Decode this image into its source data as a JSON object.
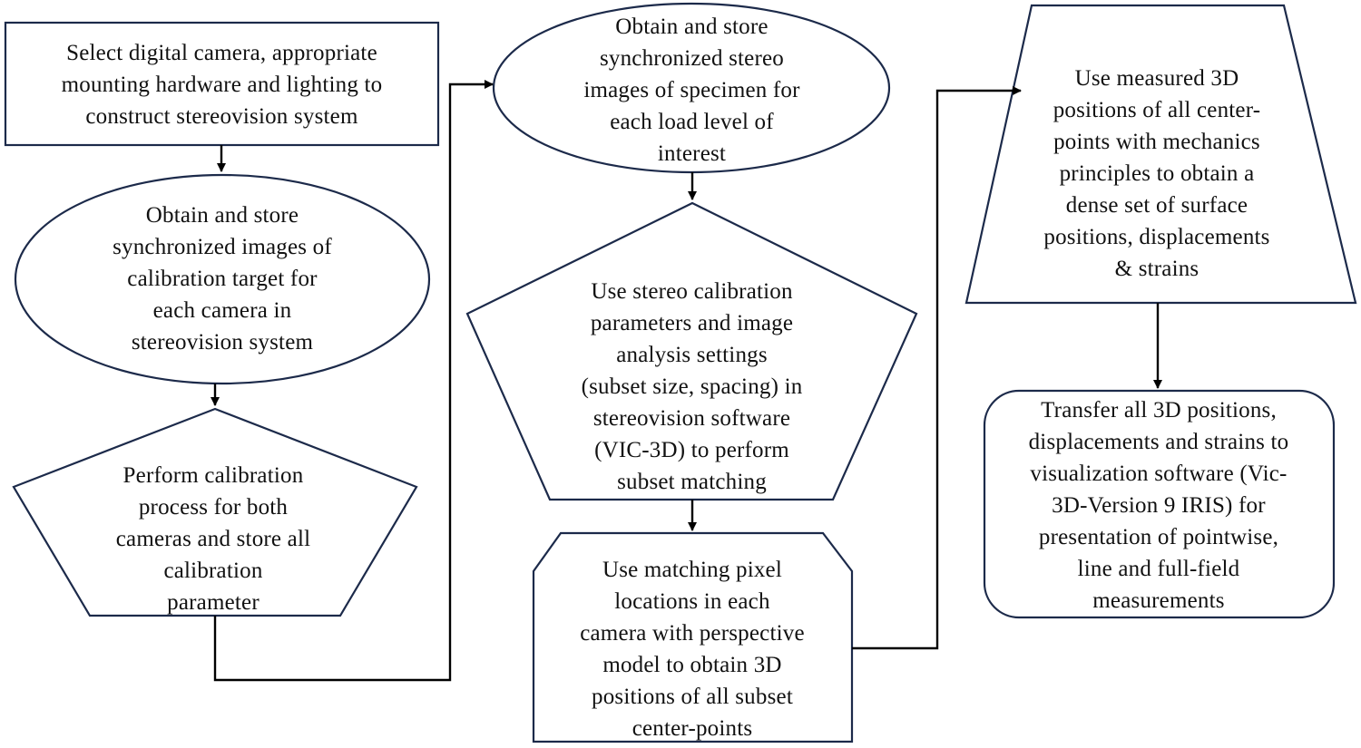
{
  "flowchart": {
    "steps": [
      {
        "id": "select-equipment",
        "shape": "rectangle",
        "lines": [
          "Select digital camera, appropriate",
          "mounting hardware and lighting to",
          "construct stereovision system"
        ]
      },
      {
        "id": "store-calibration-images",
        "shape": "ellipse",
        "lines": [
          "Obtain and store",
          "synchronized images of",
          "calibration target for",
          "each camera in",
          "stereovision system"
        ]
      },
      {
        "id": "perform-calibration",
        "shape": "pentagon",
        "lines": [
          "Perform calibration",
          "process for both",
          "cameras and store all",
          "calibration",
          "parameter"
        ]
      },
      {
        "id": "store-specimen-images",
        "shape": "ellipse",
        "lines": [
          "Obtain and store",
          "synchronized stereo",
          "images of specimen for",
          "each load level of",
          "interest"
        ]
      },
      {
        "id": "subset-matching",
        "shape": "pentagon",
        "lines": [
          "Use stereo calibration",
          "parameters and image",
          "analysis settings",
          "(subset size, spacing) in",
          "stereovision software",
          "(VIC-3D) to perform",
          "subset matching"
        ]
      },
      {
        "id": "compute-3d-positions",
        "shape": "octagon",
        "lines": [
          "Use matching pixel",
          "locations in each",
          "camera with perspective",
          "model to obtain 3D",
          "positions of all subset",
          "center-points"
        ]
      },
      {
        "id": "mechanics-principles",
        "shape": "trapezoid",
        "lines": [
          "Use measured 3D",
          "positions of all center-",
          "points with mechanics",
          "principles to obtain a",
          "dense set of surface",
          "positions, displacements",
          "& strains"
        ]
      },
      {
        "id": "transfer-visualization",
        "shape": "rounded-rectangle",
        "lines": [
          "Transfer all 3D positions,",
          "displacements and strains to",
          "visualization software (Vic-",
          "3D-Version 9 IRIS) for",
          "presentation of pointwise,",
          "line and full-field",
          "measurements"
        ]
      }
    ]
  }
}
